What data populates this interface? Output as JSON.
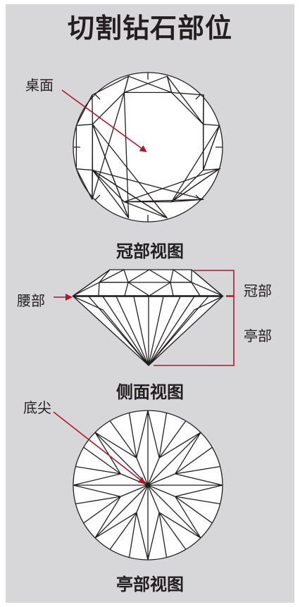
{
  "title": "切割钻石部位",
  "top_view": {
    "caption": "冠部视图",
    "callout": "桌面"
  },
  "side_view": {
    "caption": "侧面视图",
    "girdle_label": "腰部",
    "crown_label": "冠部",
    "pavilion_label": "亭部"
  },
  "bottom_view": {
    "caption": "亭部视图",
    "callout": "底尖"
  },
  "colors": {
    "background": "#d7d7d9",
    "line": "#231f20",
    "accent": "#b0182a",
    "facet_fill": "#ffffff"
  }
}
